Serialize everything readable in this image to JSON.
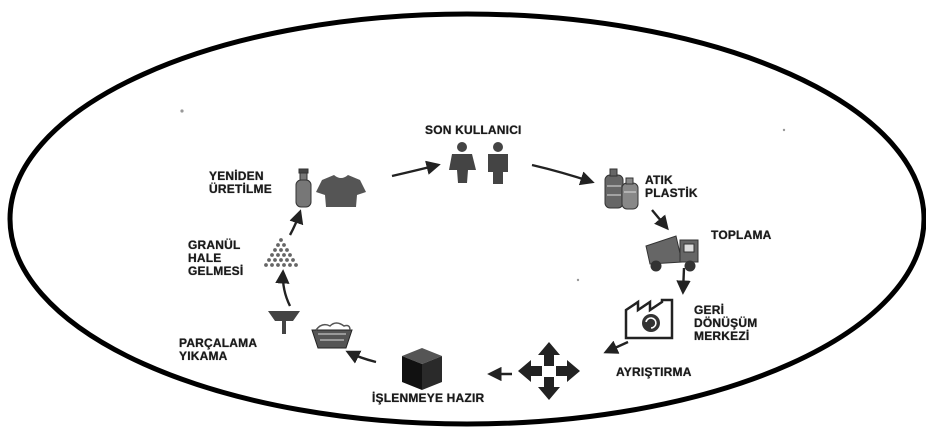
{
  "stages": {
    "son_kullanici": "SON KULLANICI",
    "atik_plastik": [
      "ATIK",
      "PLASTİK"
    ],
    "toplama": "TOPLAMA",
    "geri_donusum_merkezi": [
      "GERİ",
      "DÖNÜŞÜM",
      "MERKEZİ"
    ],
    "ayristirma": "AYRIŞTIRMA",
    "islenmeye_hazir": "İŞLENMEYE HAZIR",
    "parcalama_yikama": [
      "PARÇALAMA",
      "YIKAMA"
    ],
    "granul_hale_gelmesi": [
      "GRANÜL",
      "HALE",
      "GELMESİ"
    ],
    "yeniden_uretilme": [
      "YENİDEN",
      "ÜRETİLME"
    ]
  },
  "icons": [
    "people-icon",
    "plastic-bottles-icon",
    "garbage-truck-icon",
    "recycling-factory-icon",
    "sorting-arrows-icon",
    "box-icon",
    "washing-basket-icon",
    "shredder-icon",
    "granules-icon",
    "bottle-icon",
    "tshirt-icon"
  ],
  "colors": {
    "ink": "#1b1b1b",
    "icon_gray": "#5a5a5a",
    "ring": "#000000"
  }
}
